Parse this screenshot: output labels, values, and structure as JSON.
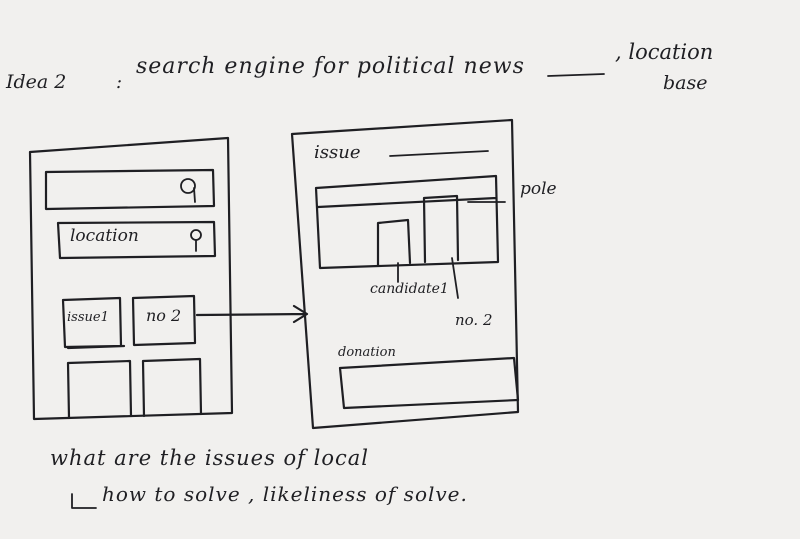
{
  "title": {
    "idea": "Idea 2",
    "separator": ":",
    "text": "search engine for political news",
    "suffix": ", location",
    "suffix2": "base"
  },
  "left_wireframe": {
    "search_icon": "q",
    "location_label": "location",
    "pin_icon": "location-pin-icon",
    "tile1": "issue1",
    "tile2": "no 2"
  },
  "right_wireframe": {
    "issue_label": "issue",
    "poll_label": "pole",
    "candidate1_label": "candidate1",
    "candidate2_label": "no. 2",
    "donation_label": "donation"
  },
  "notes": {
    "line1": "what are the issues of local",
    "line2": "how to solve , likeliness of solve."
  },
  "colors": {
    "paper": "#f1f0ee",
    "ink": "#1f1f23"
  }
}
